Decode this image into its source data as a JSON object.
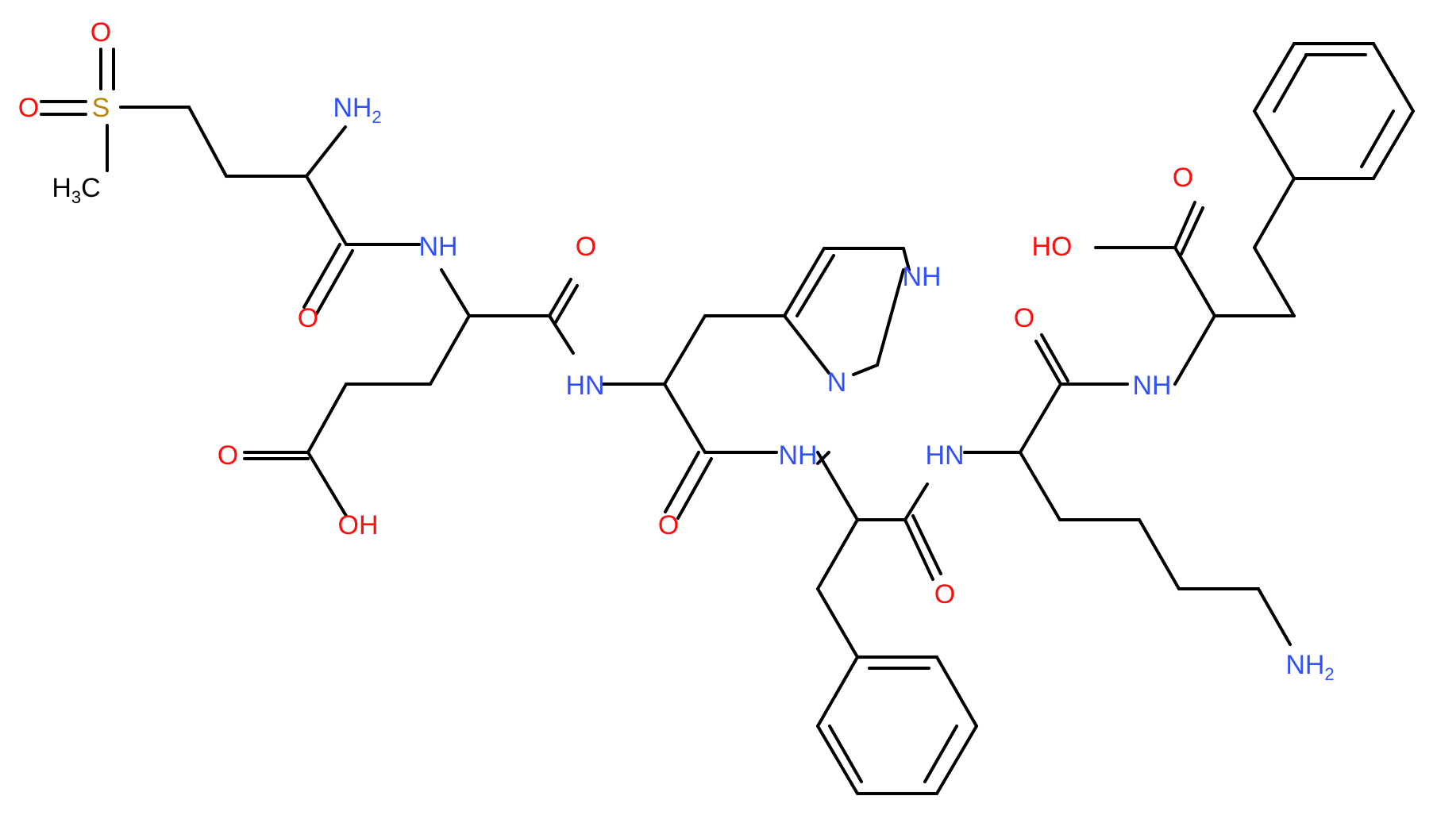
{
  "colors": {
    "bond": "#000000",
    "carbon": "#000000",
    "nitrogen": "#3050F8",
    "oxygen": "#FF0D0D",
    "sulfur": "#B8860B"
  },
  "atoms": [
    {
      "id": "S1",
      "text": "S",
      "sub": "",
      "element": "S"
    },
    {
      "id": "O1",
      "text": "O",
      "sub": "",
      "element": "O"
    },
    {
      "id": "O2",
      "text": "O",
      "sub": "",
      "element": "O"
    },
    {
      "id": "C1",
      "text": "H",
      "sub": "3",
      "tail": "C",
      "element": "C"
    },
    {
      "id": "N1",
      "text": "NH",
      "sub": "2",
      "element": "N"
    },
    {
      "id": "N2",
      "text": "NH",
      "sub": "",
      "element": "N"
    },
    {
      "id": "O3",
      "text": "O",
      "sub": "",
      "element": "O"
    },
    {
      "id": "O4",
      "text": "O",
      "sub": "",
      "element": "O"
    },
    {
      "id": "O5",
      "text": "O",
      "sub": "",
      "element": "O"
    },
    {
      "id": "O6",
      "text": "OH",
      "sub": "",
      "element": "O"
    },
    {
      "id": "N3",
      "text": "HN",
      "sub": "",
      "element": "N"
    },
    {
      "id": "N4",
      "text": "NH",
      "sub": "",
      "element": "N"
    },
    {
      "id": "N5",
      "text": "N",
      "sub": "",
      "element": "N"
    },
    {
      "id": "O7",
      "text": "O",
      "sub": "",
      "element": "O"
    },
    {
      "id": "N6",
      "text": "NH",
      "sub": "",
      "element": "N"
    },
    {
      "id": "O8",
      "text": "O",
      "sub": "",
      "element": "O"
    },
    {
      "id": "N7",
      "text": "HN",
      "sub": "",
      "element": "N"
    },
    {
      "id": "O9",
      "text": "O",
      "sub": "",
      "element": "O"
    },
    {
      "id": "N8",
      "text": "NH",
      "sub": "",
      "element": "N"
    },
    {
      "id": "O10",
      "text": "O",
      "sub": "",
      "element": "O"
    },
    {
      "id": "O11",
      "text": "HO",
      "sub": "",
      "element": "O"
    },
    {
      "id": "N9",
      "text": "NH",
      "sub": "2",
      "element": "N"
    }
  ]
}
